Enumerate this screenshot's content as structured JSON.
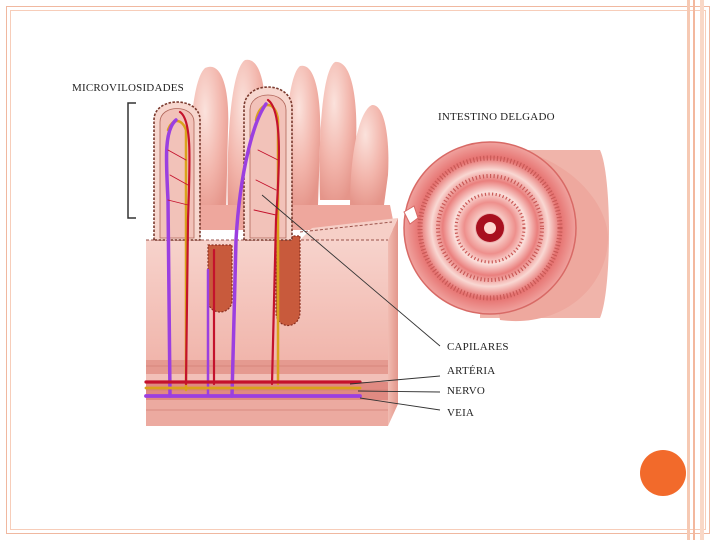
{
  "labels": {
    "microvilosidades": "MICROVILOSIDADES",
    "intestino_delgado": "INTESTINO DELGADO",
    "capilares": "CAPILARES",
    "arteria": "ARTÉRIA",
    "nervo": "NERVO",
    "veia": "VEIA"
  },
  "colors": {
    "accent": "#f26a2b",
    "frame": "#f0b8a0",
    "tissue": "#f4c4bd",
    "artery": "#c4122c",
    "nerve": "#d9a21b",
    "vein": "#9b3fe0"
  }
}
